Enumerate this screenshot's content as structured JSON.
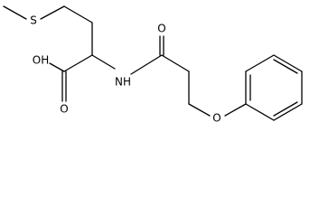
{
  "molecule": {
    "atoms": {
      "sulfur": "S",
      "carboxyl_hydroxyl": "OH",
      "carboxyl_oxygen": "O",
      "amide_nitrogen": "NH",
      "amide_oxygen": "O",
      "ether_oxygen": "O"
    }
  }
}
